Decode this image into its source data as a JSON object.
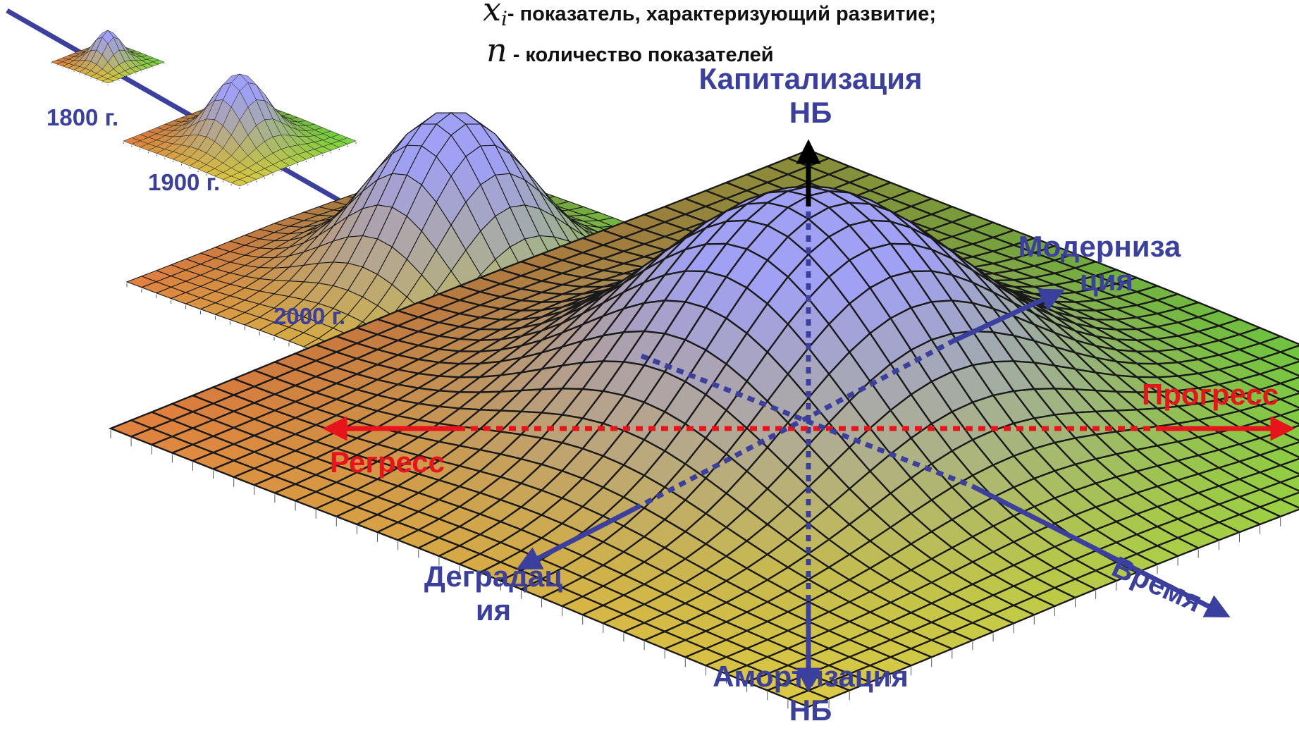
{
  "legend": {
    "line1_symbol": "x",
    "line1_sub": "i",
    "line1_text": "- показатель, характеризующий развитие;",
    "line2_symbol": "n",
    "line2_text": "- количество показателей"
  },
  "axes": {
    "up": "Капитализация НБ",
    "up_line1": "Капитализация",
    "up_line2": "НБ",
    "down_line1": "Амортизация",
    "down_line2": "НБ",
    "upper_right_line1": "Модерниза",
    "upper_right_line2": "ция",
    "lower_left_line1": "Деградац",
    "lower_left_line2": "ия",
    "right": "Прогресс",
    "left": "Регресс",
    "time": "Время"
  },
  "years": [
    "1800 г.",
    "1900 г.",
    "2000 г."
  ],
  "colors": {
    "axis_blue": "#3b3f9e",
    "axis_red": "#e8141b",
    "surface_low_red": "#d84a3a",
    "surface_low_green": "#3ad13a",
    "surface_low_yellow": "#f2e84a",
    "surface_peak": "#9b9cf0"
  }
}
